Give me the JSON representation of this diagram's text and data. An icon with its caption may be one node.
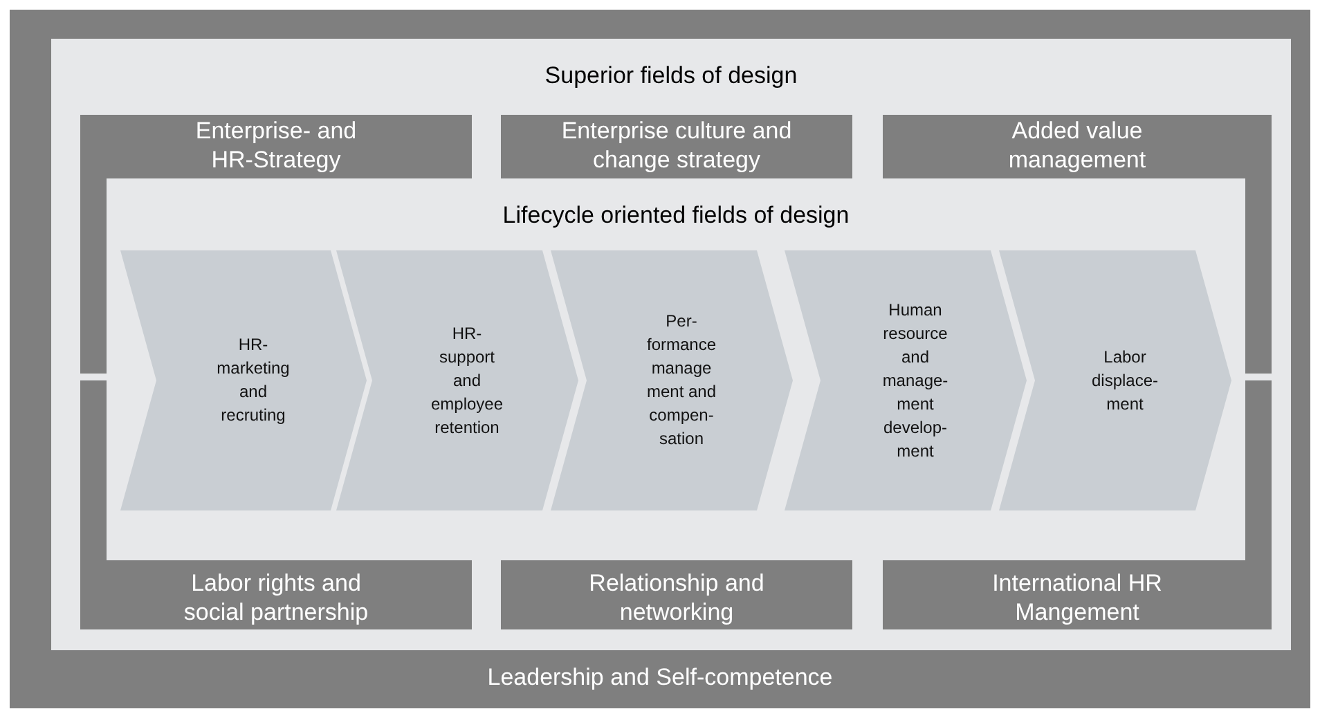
{
  "diagram": {
    "nodes": [
      {
        "text": [
          "Leadership and Self-competence"
        ]
      },
      {
        "text": [
          "Superior fields of design"
        ],
        "in": 0
      },
      {
        "text": [
          "Enterprise- and HR-Strategy"
        ],
        "in": 1
      },
      {
        "text": [
          "Enterprise culture and change strategy"
        ],
        "in": 1
      },
      {
        "text": [
          "Added value management"
        ],
        "in": 1
      },
      {
        "text": [
          "Lifecycle oriented fields of design"
        ],
        "in": 1
      },
      {
        "text": [
          "HR- marketing and recruting"
        ],
        "in": 5
      },
      {
        "text": [
          "HR- support and employee retention"
        ],
        "in": 5
      },
      {
        "text": [
          "Per- formance manage ment and compen- sation"
        ],
        "in": 5
      },
      {
        "text": [
          "Human resource and manage- ment develop- ment"
        ],
        "in": 5
      },
      {
        "text": [
          "Labor displace- ment"
        ],
        "in": 5
      },
      {
        "text": [
          "Labor rights and social partnership"
        ],
        "in": 1
      },
      {
        "text": [
          "Relationship and networking"
        ],
        "in": 1
      },
      {
        "text": [
          "International HR Mangement"
        ],
        "in": 1
      },
      {
        "text": [],
        "shape": "bar",
        "in": 1
      },
      {
        "text": [],
        "shape": "bar",
        "in": 1
      },
      {
        "text": [],
        "shape": "bar",
        "in": 1
      },
      {
        "text": [],
        "shape": "bar",
        "in": 1
      }
    ],
    "edges": []
  }
}
